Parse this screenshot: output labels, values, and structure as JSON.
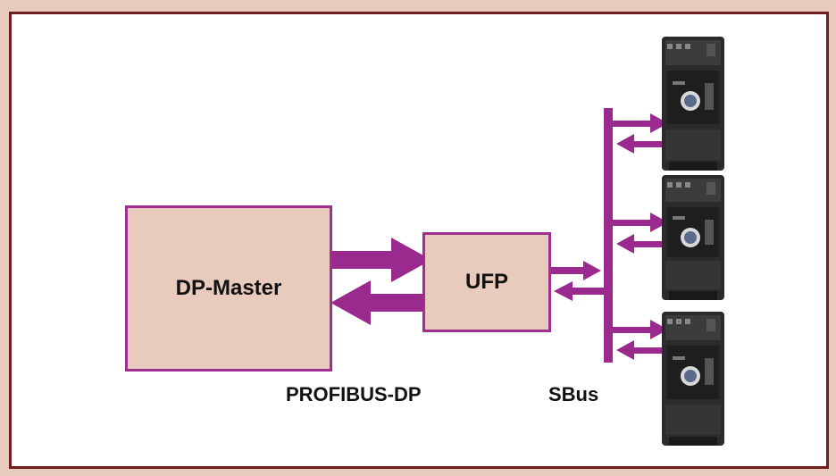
{
  "diagram": {
    "master_label": "DP-Master",
    "gateway_label": "UFP",
    "fieldbus_label": "PROFIBUS-DP",
    "systembus_label": "SBus",
    "colors": {
      "background_frame": "#e8cbbd",
      "border": "#6b1f1f",
      "box_fill": "#e8cbbd",
      "arrow": "#9b2a8f"
    },
    "devices": [
      {
        "icon": "drive-inverter-icon"
      },
      {
        "icon": "drive-inverter-icon"
      },
      {
        "icon": "drive-inverter-icon"
      }
    ]
  }
}
